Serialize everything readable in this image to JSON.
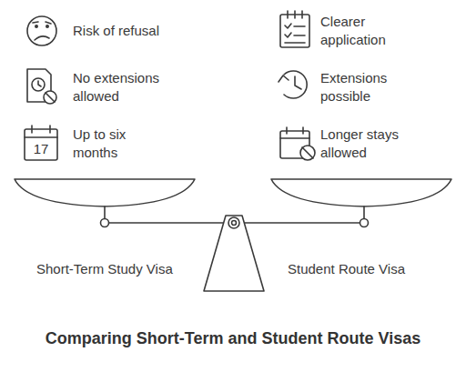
{
  "diagram": {
    "title": "Comparing Short-Term and Student Route Visas",
    "labels": [
      "Risk of refusal",
      "Clearer application",
      "No extensions allowed",
      "Extensions possible",
      "17",
      "Up to six months",
      "Longer stays allowed",
      "Short-Term Study Visa",
      "Student Route Visa"
    ]
  }
}
